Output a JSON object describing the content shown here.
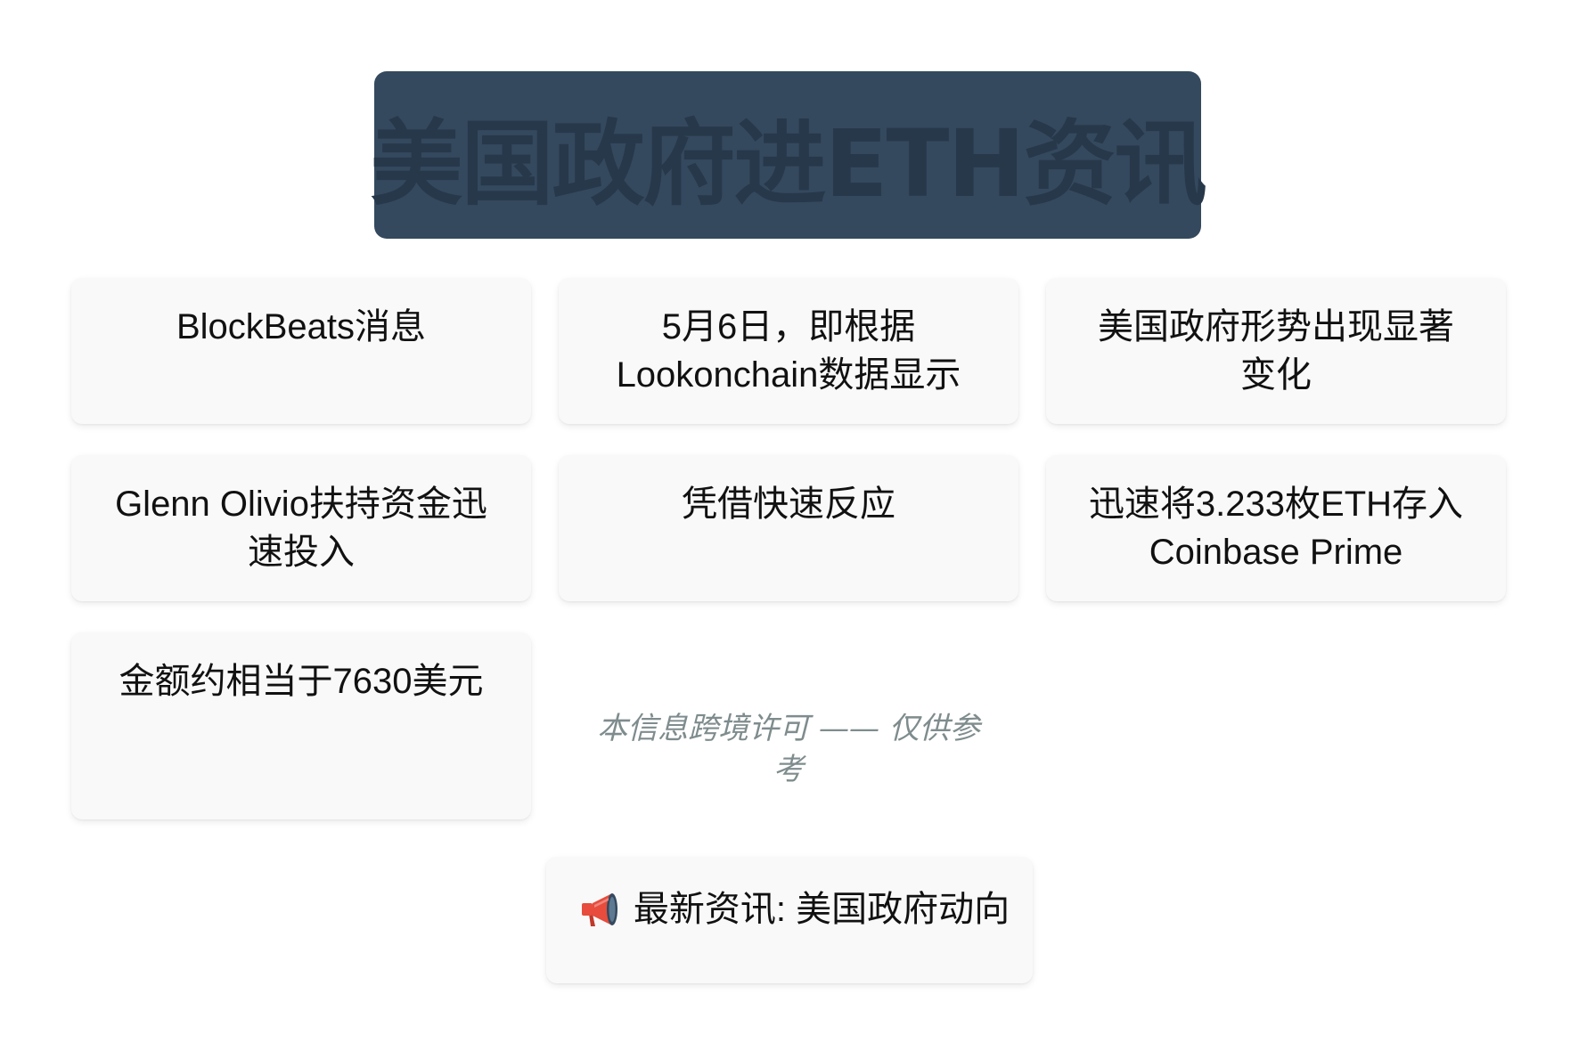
{
  "title": "美国政府进ETH资讯",
  "cards": [
    "BlockBeats消息",
    "5月6日，即根据Lookonchain数据显示",
    "美国政府形势出现显著变化",
    "Glenn Olivio扶持资金迅速投入",
    "凭借快速反应",
    "迅速将3.233枚ETH存入Coinbase Prime",
    "金额约相当于7630美元"
  ],
  "disclaimer": "本信息跨境许可 —— 仅供参考",
  "news": {
    "icon": "megaphone-icon",
    "text": "最新资讯: 美国政府动向"
  },
  "colors": {
    "banner_bg": "#34495e",
    "title_text": "#27384a",
    "card_bg": "#f9f9f9",
    "disclaimer_text": "#7f8c8d"
  }
}
